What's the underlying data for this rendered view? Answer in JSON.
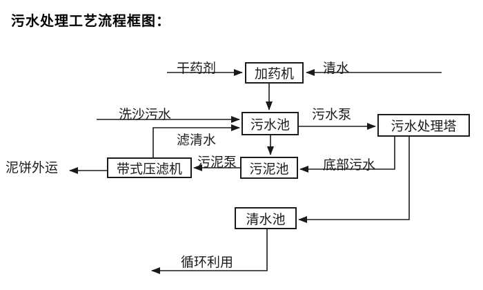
{
  "title": "污水处理工艺流程框图：",
  "nodes": {
    "dosing_machine": "加药机",
    "sewage_pool": "污水池",
    "treatment_tower": "污水处理塔",
    "belt_filter_press": "带式压滤机",
    "sludge_pool": "污泥池",
    "clear_water_pool": "清水池"
  },
  "labels": {
    "dry_chemical": "干药剂",
    "clear_water": "清水",
    "sand_washing_sewage": "洗沙污水",
    "sewage_pump": "污水泵",
    "filtered_water": "滤清水",
    "sludge_pump": "污泥泵",
    "bottom_sewage": "底部污水",
    "mud_cake_out": "泥饼外运",
    "recycle_use": "循环利用"
  },
  "colors": {
    "line": "#1a1a1a",
    "text": "#000000",
    "background": "#ffffff"
  }
}
